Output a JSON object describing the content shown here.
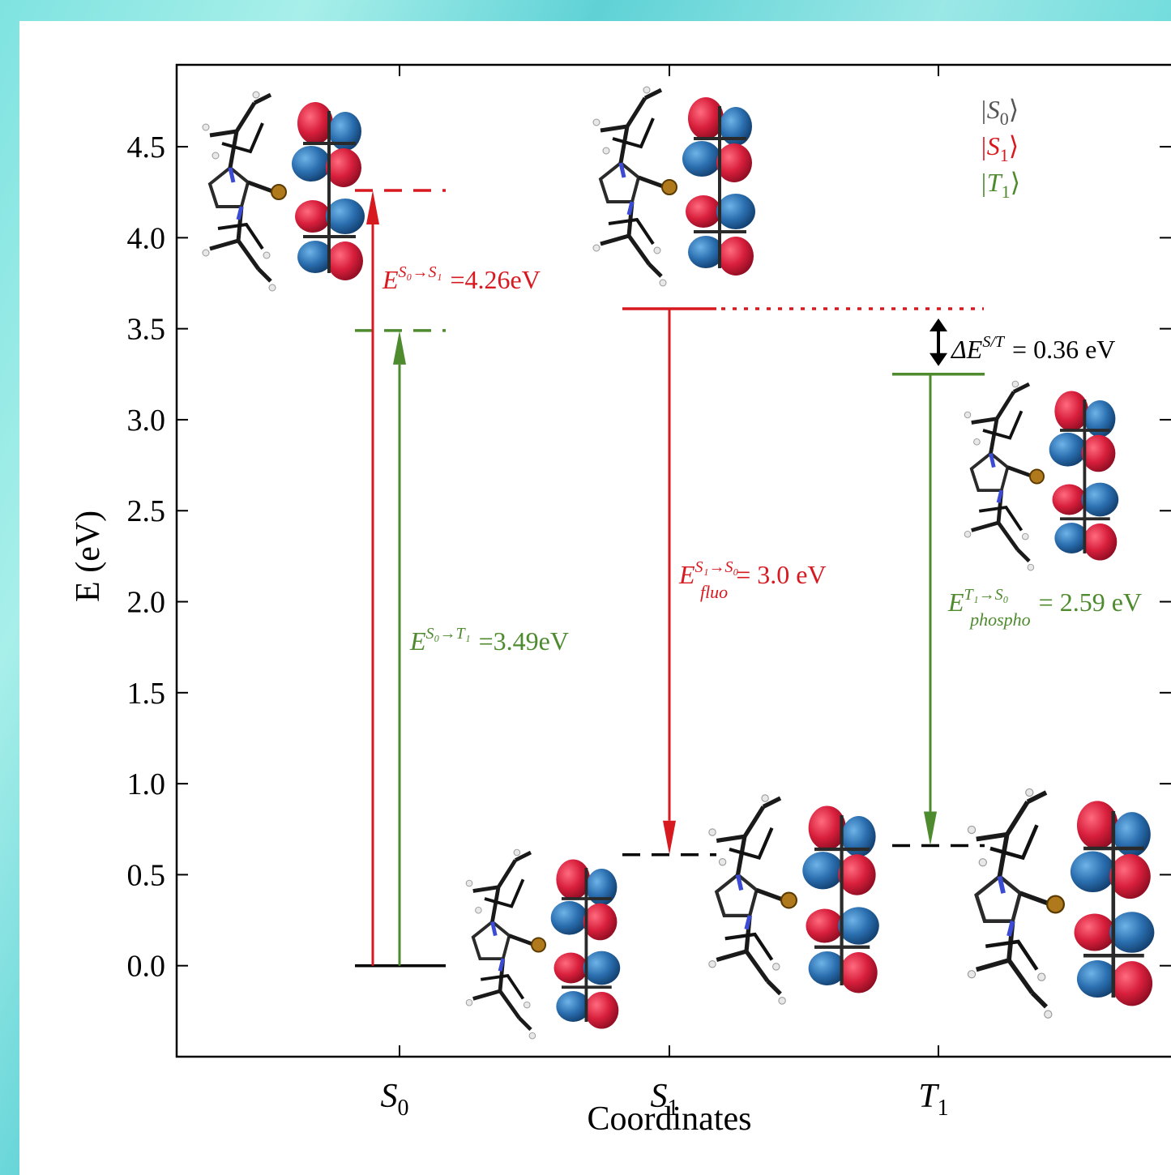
{
  "chart_data": {
    "type": "line",
    "xlabel": "Coordinates",
    "ylabel": "E  (eV)",
    "ylim": [
      -0.5,
      4.95
    ],
    "yticks": [
      "0.0",
      "0.5",
      "1.0",
      "1.5",
      "2.0",
      "2.5",
      "3.0",
      "3.5",
      "4.0",
      "4.5"
    ],
    "yticks_values": [
      0,
      0.5,
      1.0,
      1.5,
      2.0,
      2.5,
      3.0,
      3.5,
      4.0,
      4.5
    ],
    "categories": [
      "S0",
      "S1",
      "T1"
    ],
    "legend": {
      "placement": "top-right",
      "entries": [
        {
          "label": "|S0⟩",
          "color": "#555555"
        },
        {
          "label": "|S1⟩",
          "color": "#d71920"
        },
        {
          "label": "|T1⟩",
          "color": "#4e8a2e"
        }
      ]
    },
    "levels": [
      {
        "state": "S0",
        "coordinate": "S0",
        "energy": 0.0,
        "color": "#000000",
        "style": "solid"
      },
      {
        "state": "S1",
        "coordinate": "S0",
        "energy": 4.26,
        "color": "#d71920",
        "style": "dashed"
      },
      {
        "state": "T1",
        "coordinate": "S0",
        "energy": 3.49,
        "color": "#4e8a2e",
        "style": "dashed"
      },
      {
        "state": "S1",
        "coordinate": "S1",
        "energy": 3.61,
        "color": "#d71920",
        "style": "solid"
      },
      {
        "state": "S0",
        "coordinate": "S1",
        "energy": 0.61,
        "color": "#000000",
        "style": "dashed"
      },
      {
        "state": "T1",
        "coordinate": "T1",
        "energy": 3.25,
        "color": "#4e8a2e",
        "style": "solid"
      },
      {
        "state": "S0",
        "coordinate": "T1",
        "energy": 0.66,
        "color": "#000000",
        "style": "dashed"
      }
    ],
    "transitions": [
      {
        "label_main": "E",
        "label_sup": "S₀→S₁",
        "label_sub": "",
        "label_value": "=4.26eV",
        "from": 0.0,
        "to": 4.26,
        "color": "#d71920"
      },
      {
        "label_main": "E",
        "label_sup": "S₀→T₁",
        "label_sub": "",
        "label_value": "=3.49eV",
        "from": 0.0,
        "to": 3.49,
        "color": "#4e8a2e"
      },
      {
        "label_main": "E",
        "label_sup": "S₁→S₀",
        "label_sub": "fluo",
        "label_value": "= 3.0 eV",
        "from": 3.61,
        "to": 0.61,
        "color": "#d71920"
      },
      {
        "label_main": "E",
        "label_sup": "T₁→S₀",
        "label_sub": "phospho",
        "label_value": "= 2.59 eV",
        "from": 3.25,
        "to": 0.66,
        "color": "#4e8a2e"
      }
    ],
    "gap": {
      "label_main": "ΔE",
      "label_sup": "S/T",
      "label_value": "= 0.36 eV",
      "from": 3.25,
      "to": 3.61,
      "color": "#000000"
    },
    "grid": false
  }
}
